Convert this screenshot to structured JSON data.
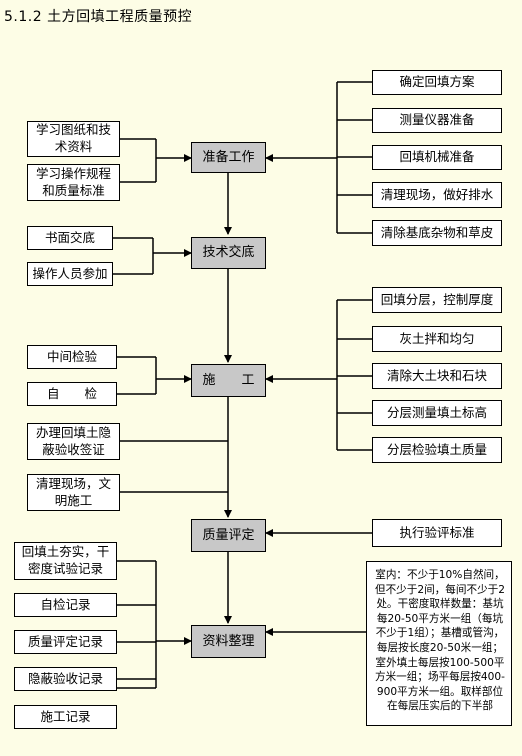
{
  "title": "5.1.2 土方回填工程质量预控",
  "center": {
    "prep": "准备工作",
    "tech": "技术交底",
    "construct": "施　　工",
    "eval": "质量评定",
    "docs": "资料整理"
  },
  "left": {
    "study_drawings": "学习图纸和技术资料",
    "study_rules": "学习操作规程和质量标准",
    "written": "书面交底",
    "workers": "操作人员参加",
    "mid_check": "中间检验",
    "self_check": "自　　检",
    "hidden_sign": "办理回填土隐蔽验收签证",
    "clean_site": "清理现场，文明施工",
    "density_rec": "回填土夯实，干密度试验记录",
    "self_rec": "自检记录",
    "eval_rec": "质量评定记录",
    "hidden_rec": "隐蔽验收记录",
    "construct_rec": "施工记录"
  },
  "right": {
    "plan": "确定回填方案",
    "instruments": "测量仪器准备",
    "machinery": "回填机械准备",
    "drainage": "清理现场，做好排水",
    "debris": "清除基底杂物和草皮",
    "layers": "回填分层，控制厚度",
    "mix": "灰土拌和均匀",
    "clods": "清除大土块和石块",
    "elevation": "分层测量填土标高",
    "quality": "分层检验填土质量",
    "standard": "执行验评标准",
    "sampling_note": "室内：不少于10%自然间，但不少于2间，每间不少于2处。干密度取样数量：基坑每20-50平方米一组（每坑不少于1组）；基槽或管沟，每层按长度20-50米一组；室外填土每层按100-500平方米一组；场平每层按400-900平方米一组。取样部位在每层压实后的下半部"
  }
}
